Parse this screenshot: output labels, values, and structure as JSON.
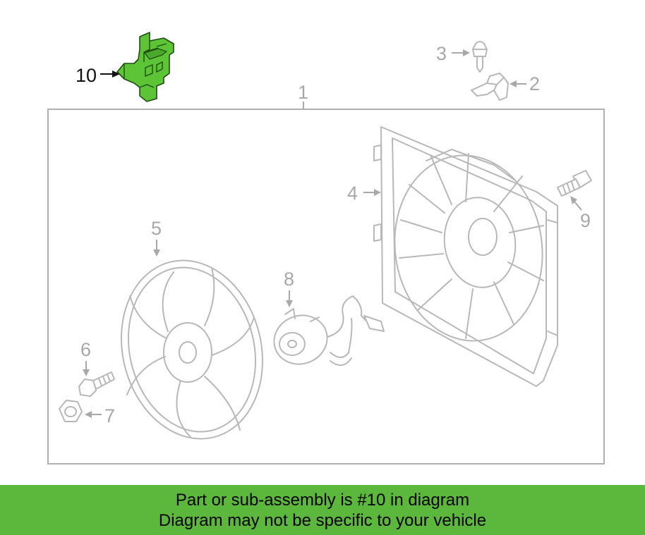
{
  "diagram": {
    "callouts": {
      "c1": "1",
      "c2": "2",
      "c3": "3",
      "c4": "4",
      "c5": "5",
      "c6": "6",
      "c7": "7",
      "c8": "8",
      "c9": "9",
      "c10": "10"
    },
    "highlight_color": "#5cc435",
    "highlight_part": "10"
  },
  "footer": {
    "line1": "Part or sub-assembly is #10 in diagram",
    "line2": "Diagram may not be specific to your vehicle",
    "background": "#5bb83c"
  }
}
